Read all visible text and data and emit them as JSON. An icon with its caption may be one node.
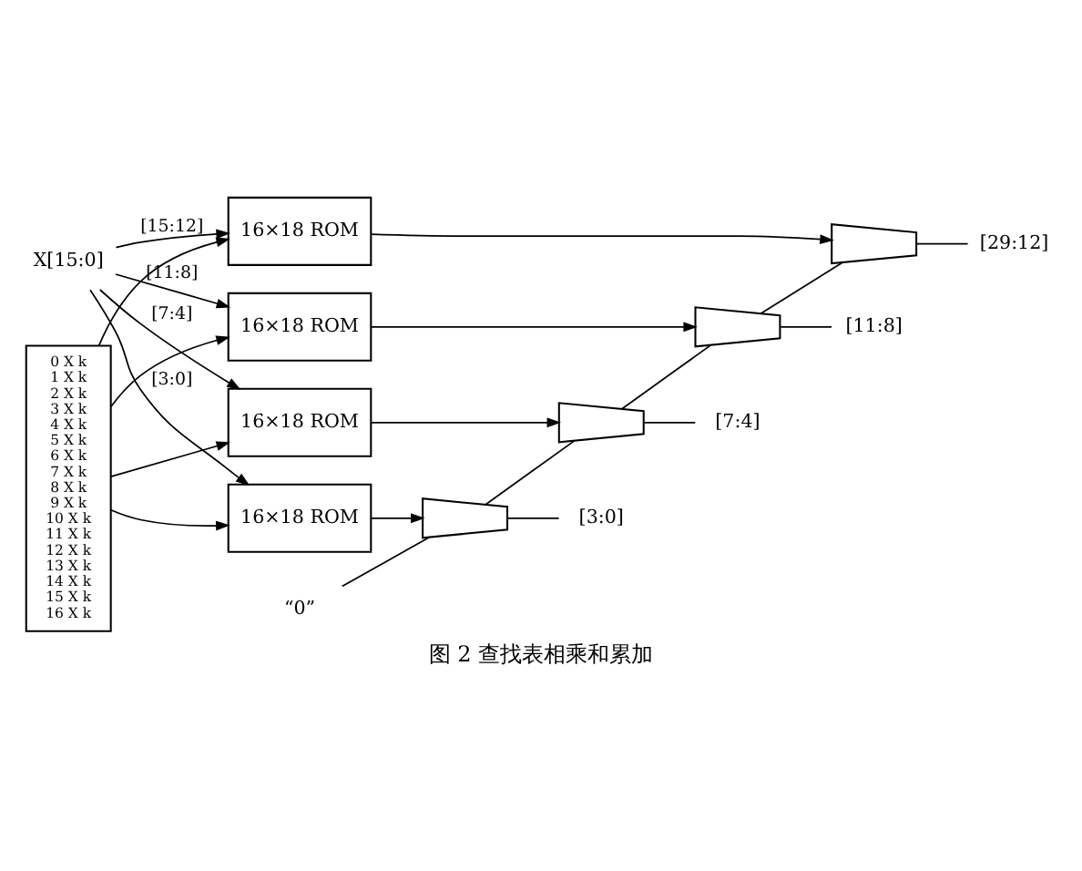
{
  "diagram": {
    "caption": "图 2 查找表相乘和累加",
    "nodes": [
      {
        "text": [
          "X[15:0]"
        ]
      },
      {
        "text": [
          "0 X k",
          "1 X k",
          "2 X k",
          "3 X k",
          "4 X k",
          "5 X k",
          "6 X k",
          "7 X k",
          "8 X k",
          "9 X k",
          "10 X k",
          "11 X k",
          "12 X k",
          "13 X k",
          "14 X k",
          "15 X k",
          "16 X k"
        ]
      },
      {
        "text": [
          "16×18 ROM"
        ]
      },
      {
        "text": [
          "16×18 ROM"
        ]
      },
      {
        "text": [
          "16×18 ROM"
        ]
      },
      {
        "text": [
          "16×18 ROM"
        ]
      },
      {
        "text": [],
        "shape": "trapezoid"
      },
      {
        "text": [
          "[29:12]"
        ]
      },
      {
        "text": [],
        "shape": "trapezoid"
      },
      {
        "text": [
          "[11:8]"
        ]
      },
      {
        "text": [],
        "shape": "trapezoid"
      },
      {
        "text": [
          "[7:4]"
        ]
      },
      {
        "text": [],
        "shape": "trapezoid"
      },
      {
        "text": [
          "“0”"
        ]
      },
      {
        "text": [
          "[3:0]"
        ]
      }
    ],
    "edges": [
      {
        "from": 0,
        "to": 2,
        "arrow": "to",
        "label": "[15:12]"
      },
      {
        "from": 0,
        "to": 3,
        "arrow": "to",
        "label": "[11:8]"
      },
      {
        "from": 0,
        "to": 4,
        "arrow": "to",
        "label": "[7:4]"
      },
      {
        "from": 0,
        "to": 5,
        "arrow": "to",
        "label": "[3:0]"
      },
      {
        "from": 1,
        "to": 2,
        "arrow": "to"
      },
      {
        "from": 1,
        "to": 3,
        "arrow": "to"
      },
      {
        "from": 1,
        "to": 4,
        "arrow": "to"
      },
      {
        "from": 1,
        "to": 5,
        "arrow": "to"
      },
      {
        "from": 2,
        "to": 6,
        "arrow": "to"
      },
      {
        "from": 3,
        "to": 8,
        "arrow": "to"
      },
      {
        "from": 4,
        "to": 10,
        "arrow": "to"
      },
      {
        "from": 5,
        "to": 12,
        "arrow": "to"
      },
      {
        "from": 12,
        "to": 10,
        "arrow": "none"
      },
      {
        "from": 10,
        "to": 8,
        "arrow": "none"
      },
      {
        "from": 8,
        "to": 6,
        "arrow": "none"
      },
      {
        "from": 13,
        "to": 12,
        "arrow": "none"
      },
      {
        "from": 6,
        "to": 7,
        "arrow": "none"
      },
      {
        "from": 8,
        "to": 9,
        "arrow": "none"
      },
      {
        "from": 10,
        "to": 11,
        "arrow": "none"
      },
      {
        "from": 12,
        "to": 14,
        "arrow": "none"
      }
    ]
  }
}
